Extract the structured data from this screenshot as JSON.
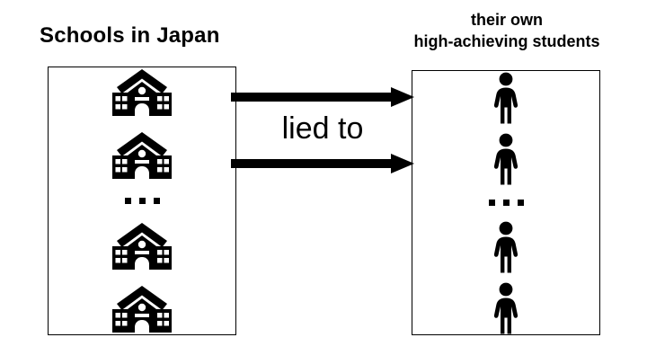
{
  "figure": {
    "type": "flow-diagram",
    "background_color": "#ffffff",
    "ink_color": "#000000"
  },
  "left_group": {
    "title": "Schools in Japan",
    "icon_name": "school-icon",
    "icon_count": 4,
    "ellipsis": "...",
    "ellipsis_after_index": 2
  },
  "right_group": {
    "title_line1": "their own",
    "title_line2": "high-achieving students",
    "icon_name": "person-icon",
    "icon_count": 4,
    "ellipsis": "...",
    "ellipsis_after_index": 2
  },
  "relation": {
    "label": "lied to",
    "arrow_count": 2,
    "direction": "left-to-right",
    "arrow_names": [
      "arrow-top",
      "arrow-bottom"
    ]
  }
}
